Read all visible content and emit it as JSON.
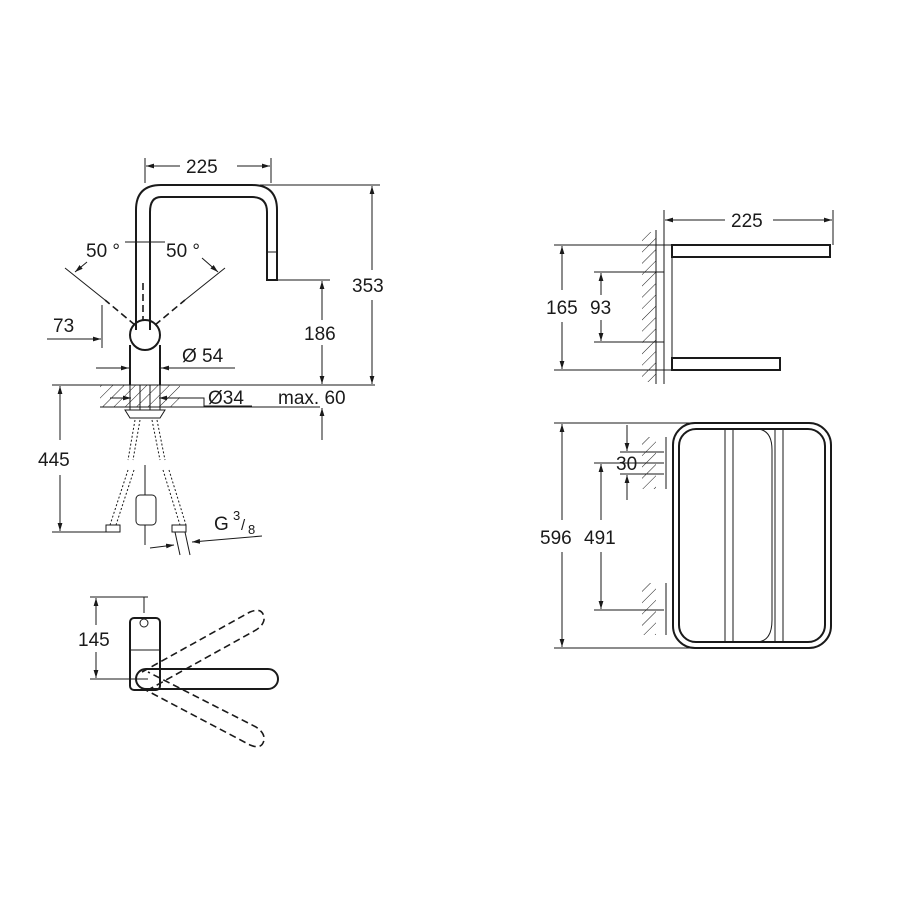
{
  "diagram": {
    "type": "technical-drawing",
    "subject": "kitchen faucet with pull-out spray and wall-mounted holders",
    "units": "mm",
    "views": [
      {
        "id": "faucet-side-view",
        "dimensions": {
          "spout_reach": "225",
          "total_height": "353",
          "outlet_height": "186",
          "lever_angle_left": "50 °",
          "lever_angle_right": "50 °",
          "lever_offset": "73",
          "body_diameter": "Ø 54",
          "mount_hole_diameter": "Ø34",
          "max_counter_thickness": "max. 60",
          "below_counter_length": "445",
          "connection_thread": "G",
          "connection_thread_num": "3",
          "connection_thread_den": "8"
        }
      },
      {
        "id": "faucet-top-view",
        "dimensions": {
          "lever_length": "145"
        }
      },
      {
        "id": "holder-side-view",
        "dimensions": {
          "projection": "225",
          "height": "165",
          "mount_spacing": "93"
        }
      },
      {
        "id": "holder-front-view",
        "dimensions": {
          "total_height": "596",
          "mount_spacing": "491",
          "top_offset": "30"
        }
      }
    ]
  }
}
